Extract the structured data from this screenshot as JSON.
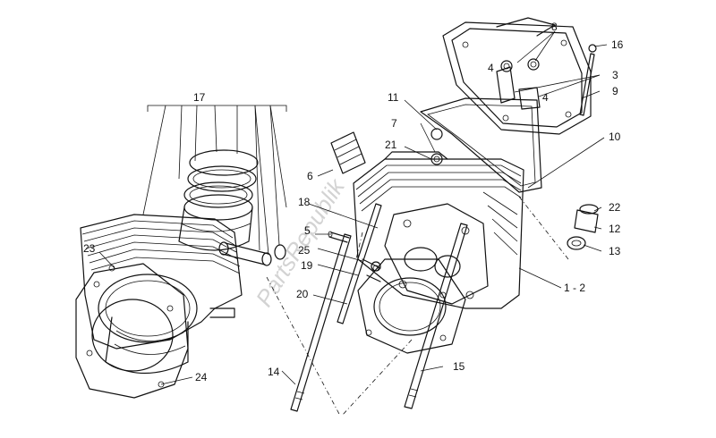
{
  "watermark": "PartsRepublik",
  "callouts": {
    "c17": "17",
    "c23": "23",
    "c24": "24",
    "c6": "6",
    "c5": "5",
    "c18": "18",
    "c25": "25",
    "c19": "19",
    "c20": "20",
    "c14": "14",
    "c15": "15",
    "c11": "11",
    "c7": "7",
    "c21": "21",
    "c8": "8",
    "c16": "16",
    "c3": "3",
    "c9": "9",
    "c4a": "4",
    "c4b": "4",
    "c10": "10",
    "c22": "22",
    "c12": "12",
    "c13": "13",
    "c1_2": "1 - 2"
  }
}
